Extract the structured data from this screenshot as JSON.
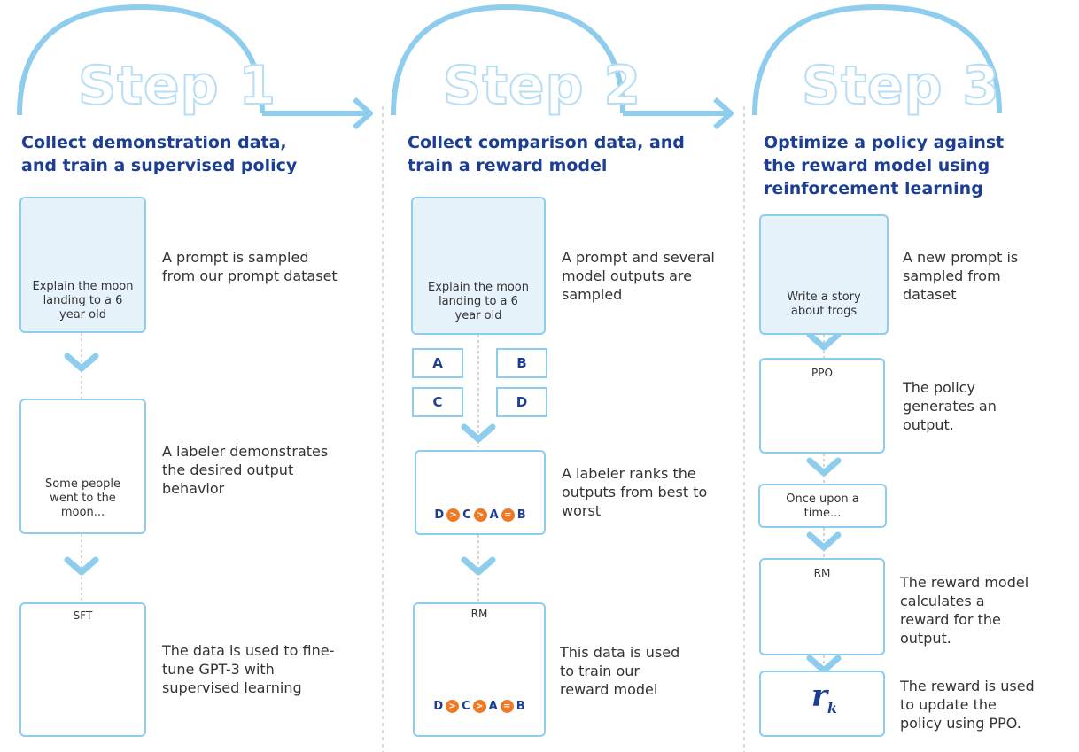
{
  "steps": [
    {
      "label": "Step 1",
      "heading_line1": "Collect demonstration data,",
      "heading_line2": "and train a supervised policy",
      "prompt_text": [
        "Explain the moon",
        "landing to a 6",
        "year old"
      ],
      "desc1": [
        "A prompt is sampled",
        "from our prompt dataset"
      ],
      "labeler_text": [
        "Some people",
        "went to the",
        "moon..."
      ],
      "desc2": [
        "A labeler demonstrates",
        "the desired output",
        "behavior"
      ],
      "model_label": "SFT",
      "desc3": [
        "The data is used to fine-",
        "tune GPT-3 with",
        "supervised learning"
      ],
      "icons": [
        "moon-icon",
        "astronaut-icon",
        "network-icon",
        "document-icon"
      ]
    },
    {
      "label": "Step 2",
      "heading_line1": "Collect comparison data, and",
      "heading_line2": "train a reward model",
      "prompt_text": [
        "Explain the moon",
        "landing to a 6",
        "year old"
      ],
      "desc1": [
        "A prompt and several",
        "model outputs are",
        "sampled"
      ],
      "options": [
        "A",
        "B",
        "C",
        "D"
      ],
      "ranking": [
        "D",
        "C",
        "A",
        "B"
      ],
      "desc2": [
        "A labeler ranks the",
        "outputs from best to",
        "worst"
      ],
      "model_label": "RM",
      "desc3": [
        "This data is used",
        "to train our",
        "reward model"
      ],
      "icons": [
        "moon-icon",
        "astronaut-icon",
        "network-icon"
      ]
    },
    {
      "label": "Step 3",
      "heading_line1": "Optimize a policy against",
      "heading_line2": "the reward model using",
      "heading_line3": "reinforcement learning",
      "prompt_text": [
        "Write a story",
        "about frogs"
      ],
      "desc1": [
        "A new prompt is",
        "sampled from",
        "dataset"
      ],
      "policy_label": "PPO",
      "desc2": [
        "The policy",
        "generates an",
        "output."
      ],
      "output_text": [
        "Once upon a",
        "time..."
      ],
      "rm_label": "RM",
      "desc3": [
        "The reward model",
        "calculates a",
        "reward for the",
        "output."
      ],
      "reward_symbol": "r",
      "reward_sub": "k",
      "desc4": [
        "The reward is used",
        "to update the",
        "policy using PPO."
      ],
      "icons": [
        "frog-icon",
        "network-icon"
      ]
    }
  ],
  "colors": {
    "heading": "#1c3f94",
    "accent": "#8fcdee",
    "rank_marker": "#f07a24"
  }
}
